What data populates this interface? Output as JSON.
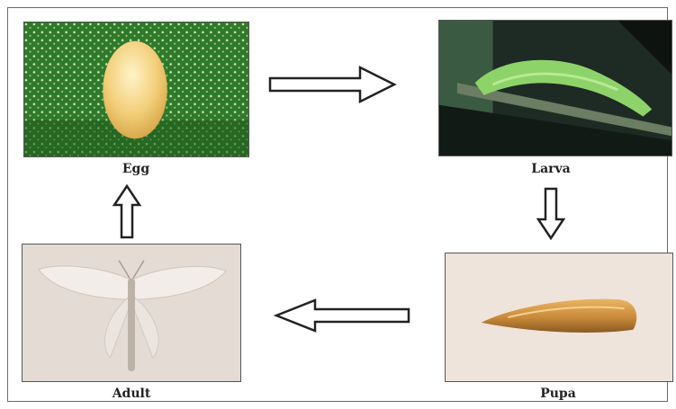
{
  "stages": {
    "egg": {
      "label": "Egg"
    },
    "larva": {
      "label": "Larva"
    },
    "pupa": {
      "label": "Pupa"
    },
    "adult": {
      "label": "Adult"
    }
  },
  "colors": {
    "egg_background": "#2f7a2a",
    "egg_body": "#f3cf7a",
    "larva_body": "#8ed36a",
    "pupa_body": "#c98a3a",
    "adult_wing": "#e8e2dc",
    "arrow_stroke": "#222222"
  }
}
